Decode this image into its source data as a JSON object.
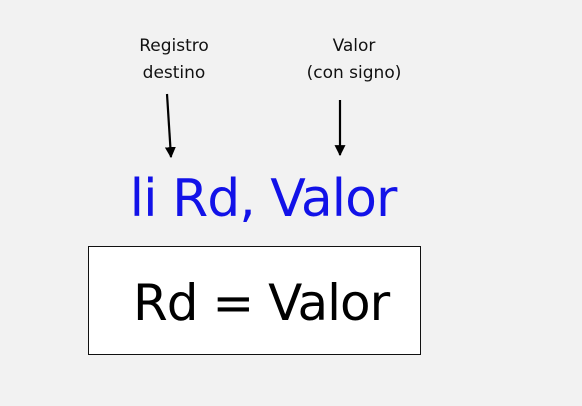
{
  "labels": {
    "destination": [
      "Registro",
      "destino"
    ],
    "value": [
      "Valor",
      "(con signo)"
    ]
  },
  "instruction": {
    "text": "li Rd, Valor",
    "color": "#1212e8"
  },
  "result": {
    "text": "Rd = Valor"
  },
  "colors": {
    "background": "#f2f2f2",
    "arrow": "#000000",
    "box_border": "#111111",
    "box_fill": "#ffffff"
  }
}
